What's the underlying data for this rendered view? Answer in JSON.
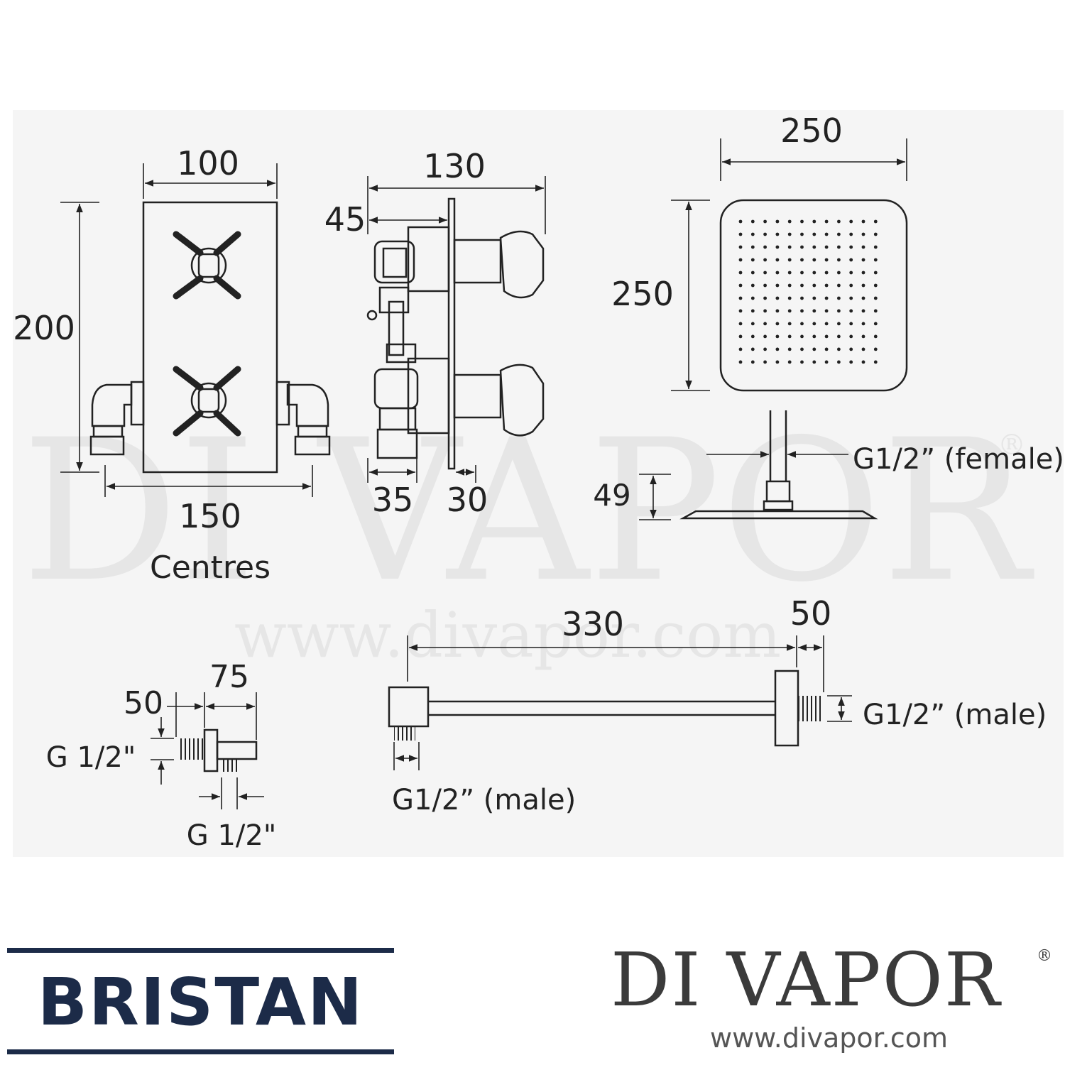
{
  "watermark": {
    "brand": "DI VAPOR",
    "reg_mark": "®",
    "url": "www.divapor.com"
  },
  "valve_front": {
    "width": "100",
    "height": "200",
    "centres_value": "150",
    "centres_label": "Centres"
  },
  "valve_side": {
    "depth_total": "130",
    "depth_body": "45",
    "bottom_left": "35",
    "bottom_right": "30"
  },
  "shower_head": {
    "width": "250",
    "height": "250",
    "thickness": "49",
    "connection": "G1/2” (female)"
  },
  "outlet_elbow": {
    "dim_a": "50",
    "dim_b": "75",
    "thread_side": "G 1/2\"",
    "thread_bottom": "G 1/2\""
  },
  "shower_arm": {
    "length": "330",
    "flange": "50",
    "thread_end": "G1/2” (male)",
    "thread_start": "G1/2” (male)"
  },
  "logos": {
    "bristan": "BRISTAN",
    "divapor": "DI VAPOR",
    "divapor_reg": "®",
    "divapor_url": "www.divapor.com"
  },
  "colors": {
    "line": "#222222",
    "panel": "#f5f5f5",
    "bristan_navy": "#1c2b48",
    "divapor_grey": "#3b3b3b"
  }
}
